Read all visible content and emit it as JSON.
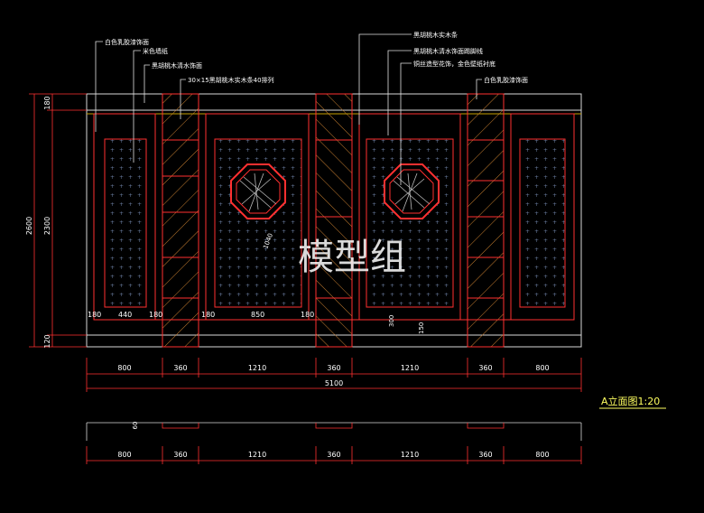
{
  "callouts_left": [
    "白色乳胶漆饰面",
    "米色墙纸",
    "黑胡桃木清水饰面",
    "30×15黑胡桃木实木条40排列"
  ],
  "callouts_right": [
    "黑胡桃木实木条",
    "黑胡桃木清水饰面踢脚线",
    "铜丝造型花饰，金色壁纸衬底",
    "白色乳胶漆饰面"
  ],
  "left_dims": {
    "outer": "2600",
    "inner": "2300",
    "top": "180",
    "bottom": "120"
  },
  "inner_dims": {
    "panel_a_sides": "180",
    "panel_a_width": "440",
    "panel_b_sides": "180",
    "panel_b_width": "850",
    "diag": "1040",
    "v300": "300",
    "v150": "150"
  },
  "bottom_dims": [
    "800",
    "360",
    "1210",
    "360",
    "1210",
    "360",
    "800"
  ],
  "total_width": "5100",
  "plan_dims": [
    "800",
    "360",
    "1210",
    "360",
    "1210",
    "360",
    "800"
  ],
  "plan_depth": "60",
  "title": "A立面图1:20",
  "watermark": "模型组",
  "colors": {
    "background": "#000000",
    "wall_lines": "#ff2020",
    "dimension": "#ffffff",
    "leader": "#ffff40",
    "title": "#ffff60",
    "frame_yellow": "#c8a000"
  }
}
